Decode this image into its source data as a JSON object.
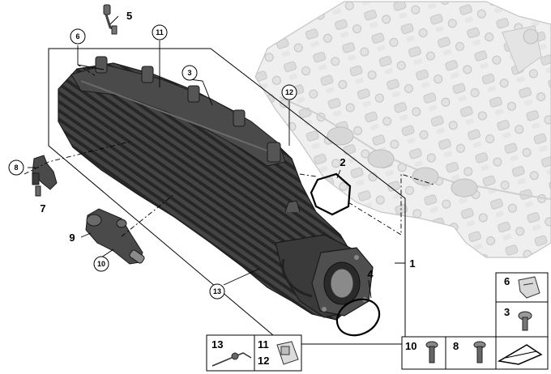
{
  "callouts": {
    "c1": "1",
    "c2": "2",
    "c3": "3",
    "c4": "4",
    "c5": "5",
    "c6": "6",
    "c7": "7",
    "c8": "8",
    "c9": "9",
    "c10": "10",
    "c11": "11",
    "c12": "12",
    "c13": "13"
  },
  "legend": {
    "a_6": "6",
    "a_3": "3",
    "b_10": "10",
    "b_8": "8",
    "c_13": "13",
    "c_11": "11",
    "c_12": "12"
  },
  "colors": {
    "manifold": "#3d3d3d",
    "manifold_dark": "#242424",
    "manifold_light": "#6a6a6a",
    "engine_block": "#eeeeee",
    "engine_edge": "#c9c9c9",
    "line": "#000000"
  }
}
